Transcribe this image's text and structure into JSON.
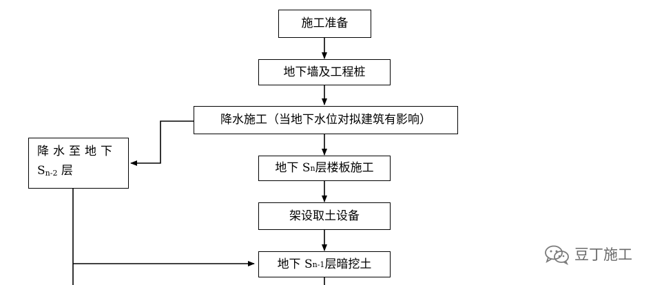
{
  "flowchart": {
    "step1": "施工准备",
    "step2": "地下墙及工程桩",
    "step3": "降水施工（当地下水位对拟建筑有影响）",
    "step4_pre": "地下 S",
    "step4_sub": "n",
    "step4_post": "层楼板施工",
    "step5": "架设取土设备",
    "step6_pre": "地下 S",
    "step6_sub": "n-1",
    "step6_post": " 层暗挖土",
    "side_line1": "降水至地下",
    "side_line2_pre": "S",
    "side_line2_sub": "n-2",
    "side_line2_post": " 层"
  },
  "watermark": {
    "text": "豆丁施工",
    "icon": "wechat-icon"
  }
}
